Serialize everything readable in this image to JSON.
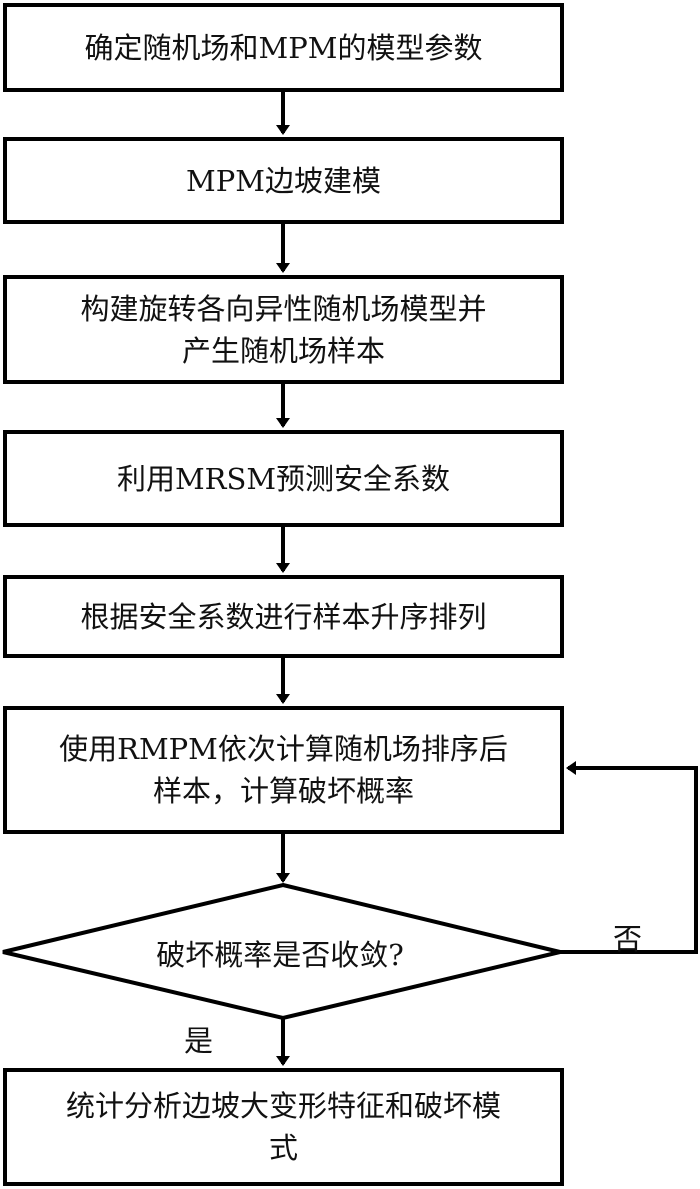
{
  "flowchart": {
    "steps": [
      {
        "lines": [
          "确定随机场和MPM的模型参数"
        ]
      },
      {
        "lines": [
          "MPM边坡建模"
        ]
      },
      {
        "lines": [
          "构建旋转各向异性随机场模型并",
          "产生随机场样本"
        ]
      },
      {
        "lines": [
          "利用MRSM预测安全系数"
        ]
      },
      {
        "lines": [
          "根据安全系数进行样本升序排列"
        ]
      },
      {
        "lines": [
          "使用RMPM依次计算随机场排序后",
          "样本，计算破坏概率"
        ]
      },
      {
        "lines": [
          "统计分析边坡大变形特征和破坏模",
          "式"
        ]
      }
    ],
    "decision": {
      "text": "破坏概率是否收敛?"
    },
    "yes_label": "是",
    "no_label": "否"
  }
}
